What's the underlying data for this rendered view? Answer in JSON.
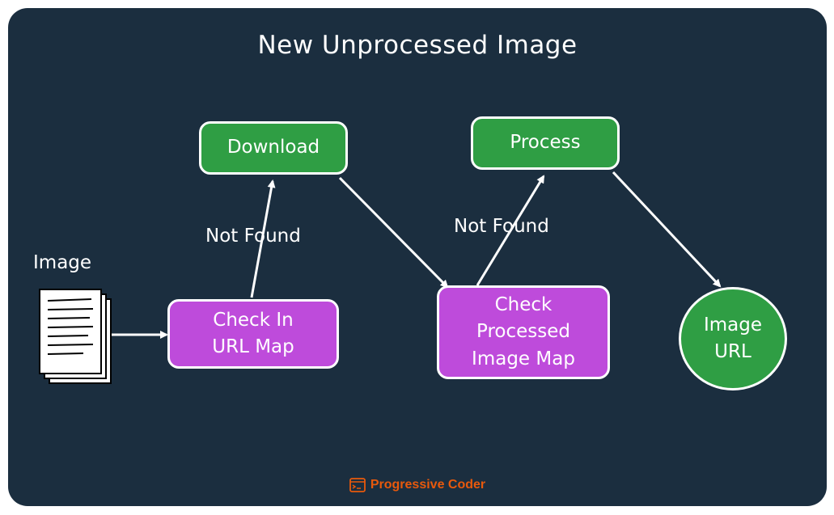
{
  "title": "New Unprocessed Image",
  "input_label": "Image",
  "nodes": {
    "download": "Download",
    "process": "Process",
    "check_url_map": "Check In\nURL Map",
    "check_processed_map": "Check\nProcessed\nImage Map",
    "image_url": "Image\nURL"
  },
  "edge_labels": {
    "not_found_1": "Not Found",
    "not_found_2": "Not Found"
  },
  "brand": "Progressive Coder",
  "colors": {
    "background": "#1b2e3f",
    "green": "#2f9e44",
    "purple": "#be4bdb",
    "brand": "#e8590c"
  }
}
